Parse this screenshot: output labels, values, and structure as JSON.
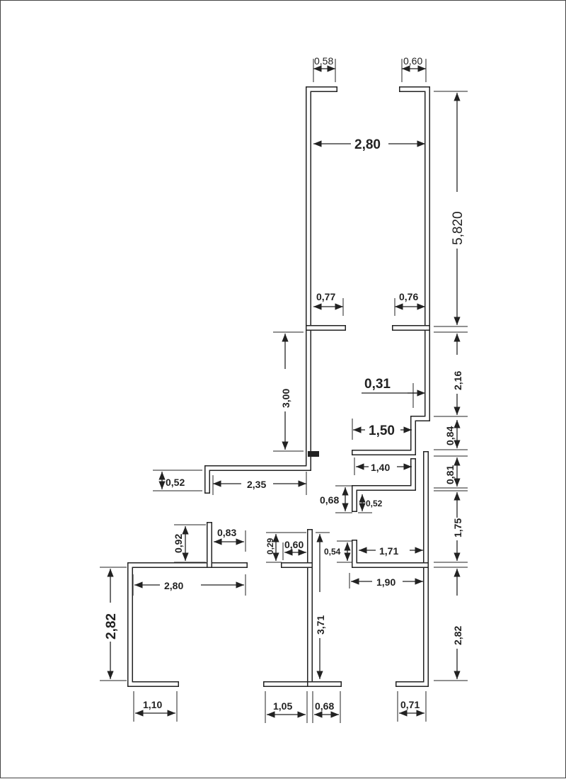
{
  "drawing": {
    "title": "Floor plan dimension drawing",
    "dimensions": {
      "top_left_flange": "0,58",
      "top_right_flange": "0,60",
      "corridor_width": "2,80",
      "right_height_top": "5,820",
      "flange_left_mid": "0,77",
      "flange_right_mid": "0,76",
      "left_height": "3,00",
      "right_height_216": "2,16",
      "wall_offset": "0,31",
      "room_150": "1,50",
      "right_084": "0,84",
      "room_140": "1,40",
      "right_081": "0,81",
      "left_052": "0,52",
      "room_235": "2,35",
      "stub_068": "0,68",
      "stub_052": "0,52",
      "right_175": "1,75",
      "stub_092": "0,92",
      "flange_083": "0,83",
      "stub_029": "0,29",
      "flange_060": "0,60",
      "stub_054": "0,54",
      "room_171": "1,71",
      "room_280_bottom": "2,80",
      "room_190": "1,90",
      "left_282": "2,82",
      "mid_371": "3,71",
      "right_282": "2,82",
      "bottom_110": "1,10",
      "bottom_105": "1,05",
      "bottom_068": "0,68",
      "bottom_071": "0,71"
    }
  }
}
